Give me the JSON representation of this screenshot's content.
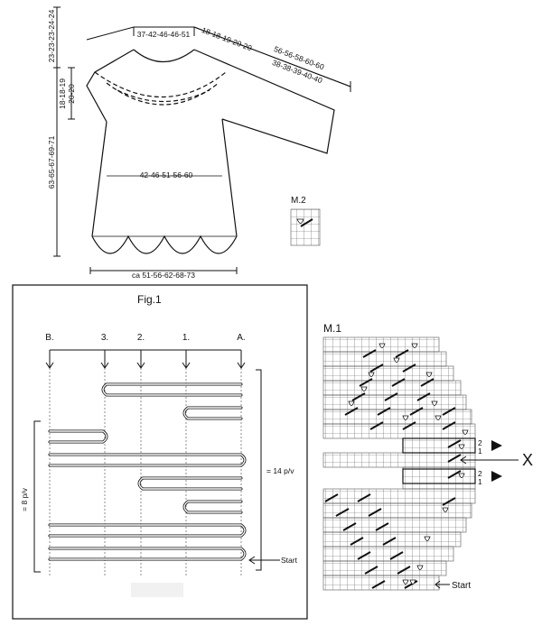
{
  "garment": {
    "body_length": "63-65-67-69-71",
    "yoke_depth": "23-23-23-24-24",
    "armhole_depth": "18-18-19",
    "armhole_depth_2": "20-20",
    "neck_width": "37-42-46-46-51",
    "shoulder": "18-18-19-20-20",
    "sleeve_length": "56-56-58-60-60",
    "sleeve_length_2": "38-38-39-40-40",
    "chest_width": "42-46-51-56-60",
    "hem_width": "ca 51-56-62-68-73"
  },
  "m2": {
    "title": "M.2"
  },
  "fig1": {
    "title": "Fig.1",
    "columns": [
      "B.",
      "3.",
      "2.",
      "1.",
      "A."
    ],
    "right_measure": "= 14 p/v",
    "left_measure": "= 8 p/v",
    "start_label": "Start"
  },
  "m1": {
    "title": "M.1",
    "row_labels": [
      "2",
      "1",
      "2",
      "1"
    ],
    "x_label": "X",
    "start_label": "Start"
  }
}
